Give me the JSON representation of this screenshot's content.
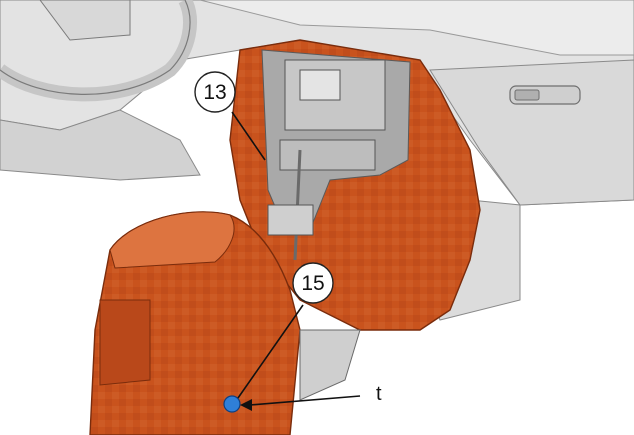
{
  "callouts": {
    "c13": {
      "label": "13"
    },
    "c15": {
      "label": "15"
    },
    "t": {
      "label": "t"
    }
  },
  "colors": {
    "console": "#c9531d",
    "console_dark": "#9c3a10",
    "console_light": "#dd7440",
    "dash": "#dcdcdc",
    "dash_shadow": "#b9b9b9",
    "interior": "#a6a6a6",
    "marker": "#2f7fd8"
  }
}
